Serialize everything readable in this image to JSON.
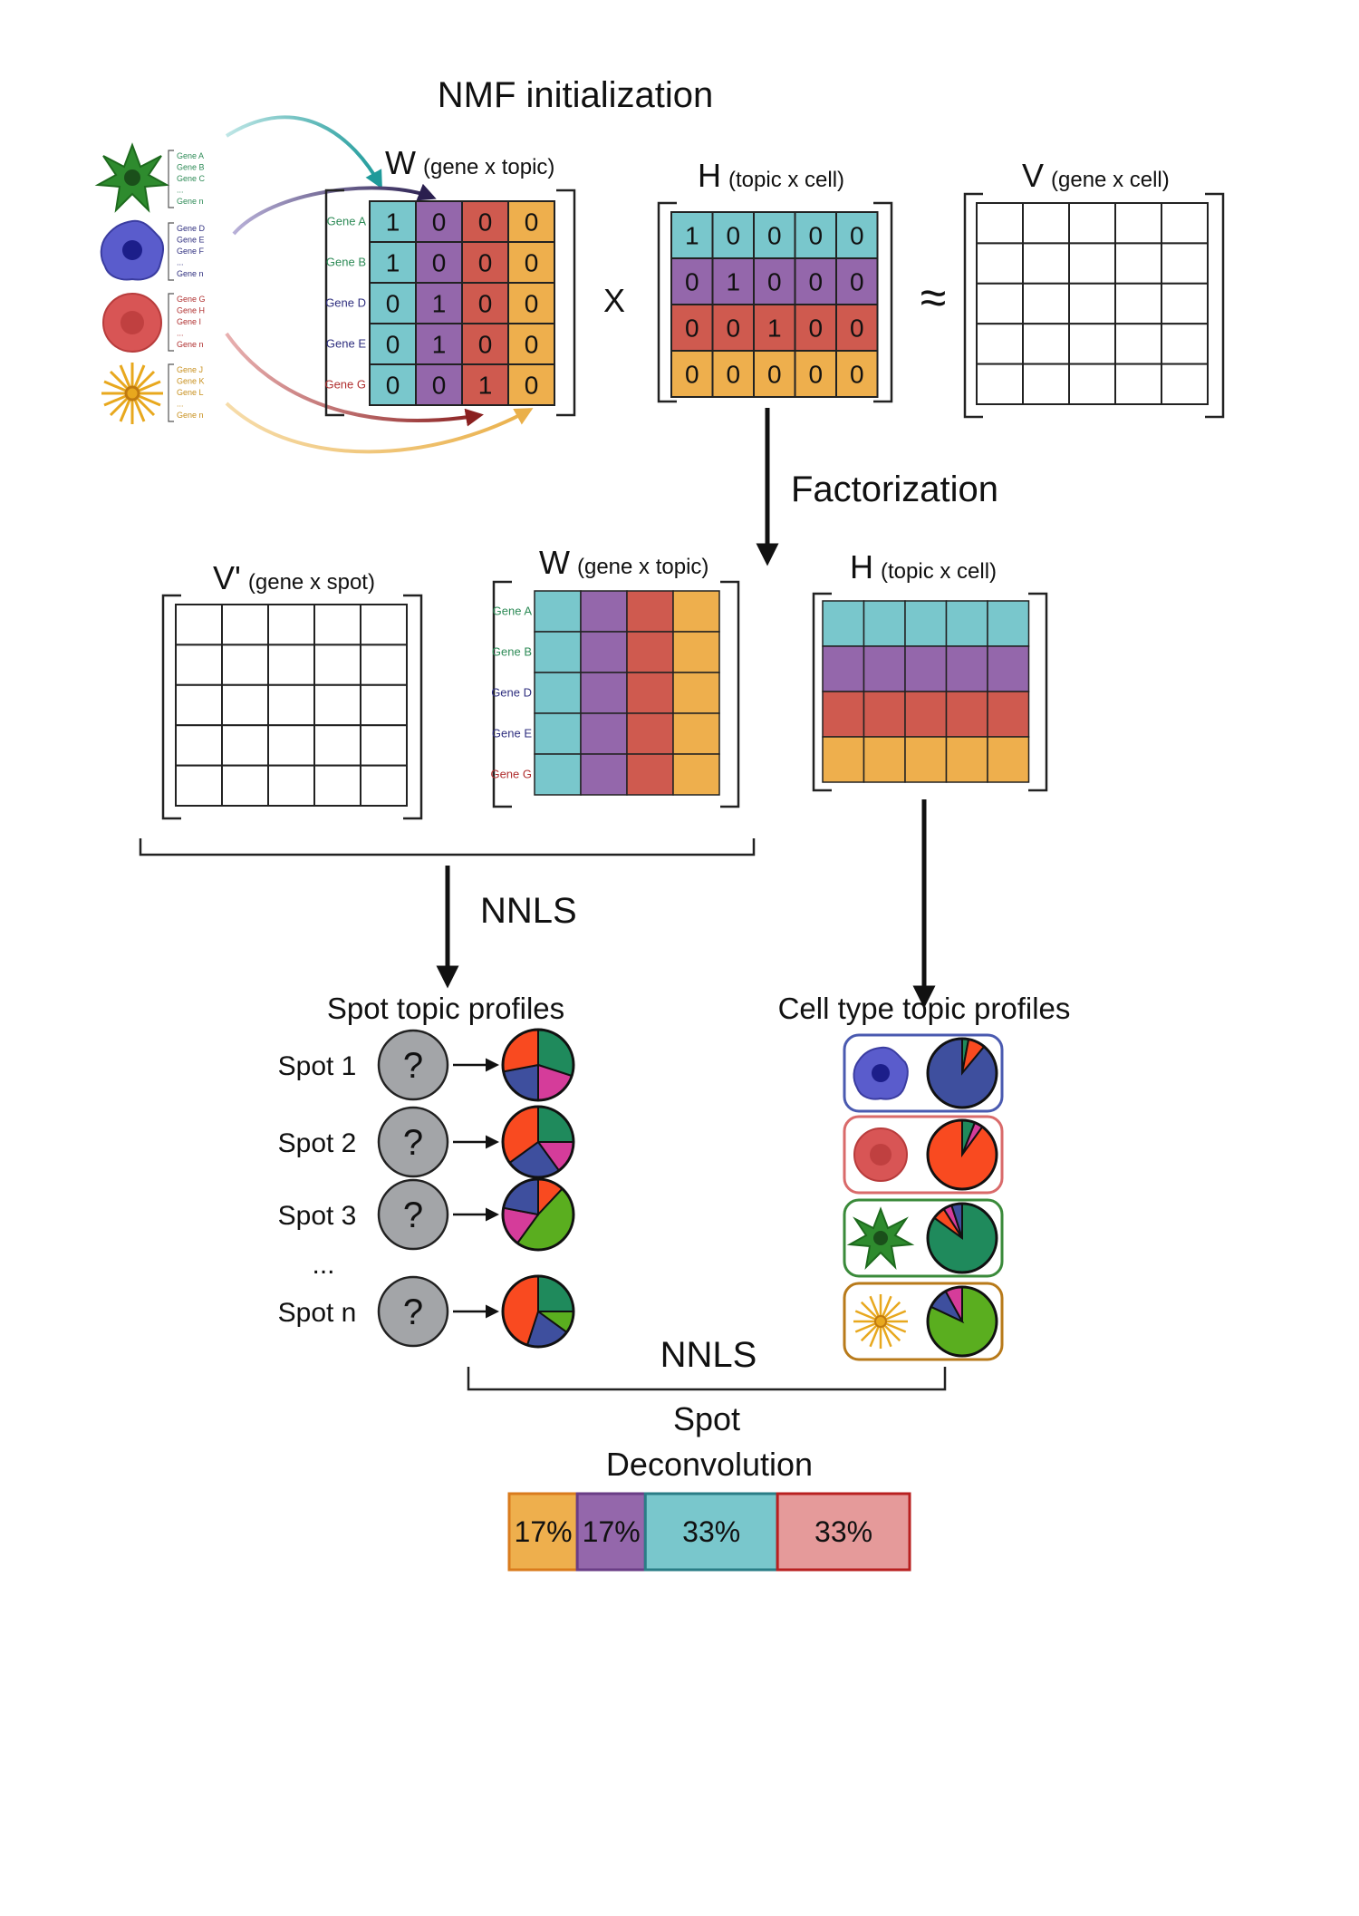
{
  "title": "NMF initialization",
  "cell_icons": [
    "green-star-cell-icon",
    "blue-blob-cell-icon",
    "red-round-cell-icon",
    "yellow-spiky-cell-icon"
  ],
  "gene_groups": [
    {
      "genes": [
        "Gene A",
        "Gene B",
        "Gene C",
        "...",
        "Gene n"
      ],
      "color": "#2e8b57"
    },
    {
      "genes": [
        "Gene D",
        "Gene E",
        "Gene F",
        "...",
        "Gene n"
      ],
      "color": "#2f2f7f"
    },
    {
      "genes": [
        "Gene G",
        "Gene H",
        "Gene I",
        "...",
        "Gene n"
      ],
      "color": "#b03030"
    },
    {
      "genes": [
        "Gene J",
        "Gene K",
        "Gene L",
        "...",
        "Gene n"
      ],
      "color": "#c8901e"
    }
  ],
  "colors": {
    "teal": "#79c7cc",
    "purple": "#9467ab",
    "red": "#cf5a4f",
    "orange": "#eeaf4d",
    "pie_blue": "#3e4f9e",
    "pie_orange": "#f94a20",
    "pie_green": "#1f8a5c",
    "pie_magenta": "#d53c9a",
    "pie_lime": "#5aae1f"
  },
  "w_init": {
    "symbol": "W",
    "desc": "(gene x topic)",
    "row_labels": [
      "Gene A",
      "Gene B",
      "Gene D",
      "Gene E",
      "Gene G"
    ],
    "row_label_colors": [
      "#2e8b57",
      "#2e8b57",
      "#2f2f7f",
      "#2f2f7f",
      "#b03030"
    ],
    "values": [
      [
        "1",
        "0",
        "0",
        "0"
      ],
      [
        "1",
        "0",
        "0",
        "0"
      ],
      [
        "0",
        "1",
        "0",
        "0"
      ],
      [
        "0",
        "1",
        "0",
        "0"
      ],
      [
        "0",
        "0",
        "1",
        "0"
      ]
    ]
  },
  "times_symbol": "X",
  "h_init": {
    "symbol": "H",
    "desc": "(topic x cell)",
    "values": [
      [
        "1",
        "0",
        "0",
        "0",
        "0"
      ],
      [
        "0",
        "1",
        "0",
        "0",
        "0"
      ],
      [
        "0",
        "0",
        "1",
        "0",
        "0"
      ],
      [
        "0",
        "0",
        "0",
        "0",
        "0"
      ]
    ]
  },
  "approx_symbol": "≈",
  "v_matrix": {
    "symbol": "V",
    "desc": "(gene x cell)"
  },
  "factorization_label": "Factorization",
  "v_prime": {
    "symbol": "V'",
    "desc": "(gene x spot)"
  },
  "w_fact": {
    "symbol": "W",
    "desc": "(gene x topic)",
    "row_labels": [
      "Gene A",
      "Gene B",
      "Gene D",
      "Gene E",
      "Gene G"
    ]
  },
  "h_fact": {
    "symbol": "H",
    "desc": "(topic x cell)"
  },
  "nnls_label_1": "NNLS",
  "spot_profiles": {
    "title": "Spot topic profiles",
    "unknown_symbol": "?",
    "ellipsis": "...",
    "spots": [
      {
        "label": "Spot 1",
        "slices": [
          [
            "pie_green",
            0.3
          ],
          [
            "pie_magenta",
            0.2
          ],
          [
            "pie_blue",
            0.22
          ],
          [
            "pie_orange",
            0.28
          ]
        ]
      },
      {
        "label": "Spot 2",
        "slices": [
          [
            "pie_green",
            0.25
          ],
          [
            "pie_magenta",
            0.15
          ],
          [
            "pie_blue",
            0.25
          ],
          [
            "pie_orange",
            0.35
          ]
        ]
      },
      {
        "label": "Spot 3",
        "slices": [
          [
            "pie_orange",
            0.12
          ],
          [
            "pie_lime",
            0.48
          ],
          [
            "pie_magenta",
            0.18
          ],
          [
            "pie_blue",
            0.22
          ]
        ]
      },
      {
        "label": "Spot n",
        "slices": [
          [
            "pie_green",
            0.25
          ],
          [
            "pie_lime",
            0.1
          ],
          [
            "pie_blue",
            0.2
          ],
          [
            "pie_orange",
            0.45
          ]
        ]
      }
    ]
  },
  "celltype_profiles": {
    "title": "Cell type topic profiles",
    "rows": [
      {
        "icon": "blue-blob-cell-icon",
        "border": "#4a5ab0",
        "slices": [
          [
            "pie_green",
            0.03
          ],
          [
            "pie_orange",
            0.08
          ],
          [
            "pie_blue",
            0.89
          ]
        ]
      },
      {
        "icon": "red-round-cell-icon",
        "border": "#d96a6a",
        "slices": [
          [
            "pie_green",
            0.06
          ],
          [
            "pie_magenta",
            0.04
          ],
          [
            "pie_orange",
            0.9
          ]
        ]
      },
      {
        "icon": "green-star-cell-icon",
        "border": "#3a8a3a",
        "slices": [
          [
            "pie_green",
            0.85
          ],
          [
            "pie_orange",
            0.06
          ],
          [
            "pie_magenta",
            0.04
          ],
          [
            "pie_blue",
            0.05
          ]
        ]
      },
      {
        "icon": "yellow-spiky-cell-icon",
        "border": "#b87a1a",
        "slices": [
          [
            "pie_lime",
            0.82
          ],
          [
            "pie_blue",
            0.1
          ],
          [
            "pie_magenta",
            0.08
          ]
        ]
      }
    ]
  },
  "nnls_label_2": "NNLS",
  "deconvolution": {
    "title_line1": "Spot",
    "title_line2": "Deconvolution",
    "segments": [
      {
        "label": "17%",
        "value": 17,
        "fill": "#eeaf4d",
        "stroke": "#d97b1d"
      },
      {
        "label": "17%",
        "value": 17,
        "fill": "#9467ab",
        "stroke": "#6a3d86"
      },
      {
        "label": "33%",
        "value": 33,
        "fill": "#79c7cc",
        "stroke": "#2a7d86"
      },
      {
        "label": "33%",
        "value": 33,
        "fill": "#e59a9a",
        "stroke": "#b82020"
      }
    ]
  }
}
